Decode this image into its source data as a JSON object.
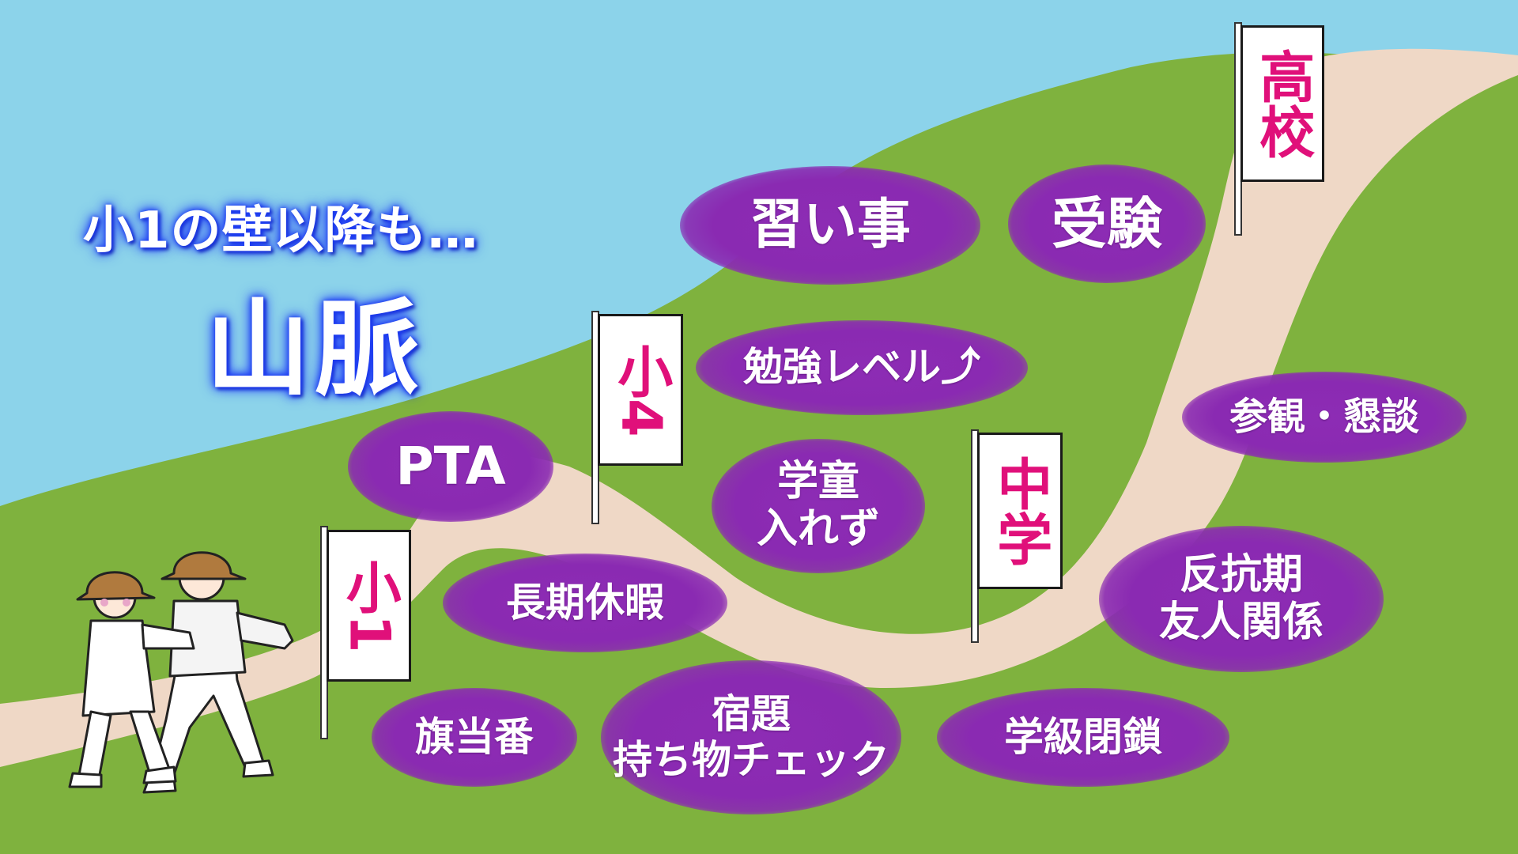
{
  "title": {
    "line1": "小1の壁以降も…",
    "line2": "山脈"
  },
  "flags": {
    "sho1": "小1",
    "sho4": "小4",
    "chugaku": "中学",
    "koukou": "高校"
  },
  "bubbles": {
    "pta": "PTA",
    "naraigoto": "習い事",
    "juken": "受験",
    "benkyo": "勉強レベル⤴",
    "sankan": "参観・懇談",
    "gakudo_1": "学童",
    "gakudo_2": "入れず",
    "choki": "長期休暇",
    "hankoki_1": "反抗期",
    "hankoki_2": "友人関係",
    "hataban": "旗当番",
    "shukudai_1": "宿題",
    "shukudai_2": "持ち物チェック",
    "gakkyu": "学級閉鎖"
  },
  "colors": {
    "sky": "#8cd3ea",
    "grass": "#7fb23e",
    "path": "#efd8c6",
    "bubble": "#8a2ab2",
    "flag_text": "#e0107a",
    "title_glow": "#1e3df2"
  }
}
